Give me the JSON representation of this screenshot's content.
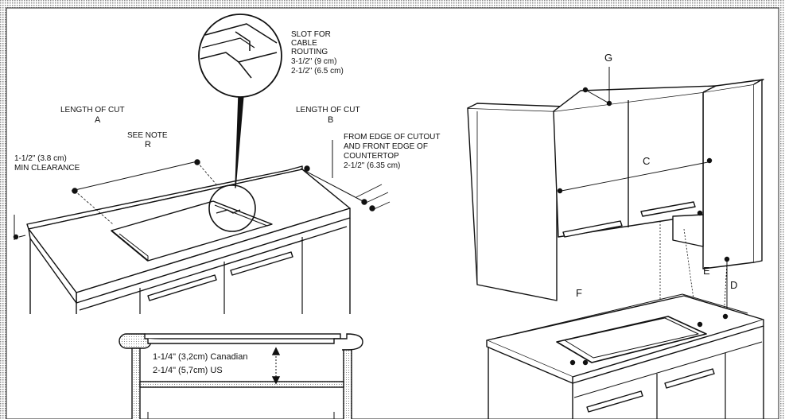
{
  "left_figure": {
    "slot": {
      "line1": "SLOT FOR",
      "line2": "CABLE",
      "line3": "ROUTING",
      "dim1": "3-1/2\" (9 cm)",
      "dim2": "2-1/2\" (6.5 cm)"
    },
    "length_a": {
      "text": "LENGTH OF CUT",
      "letter": "A"
    },
    "length_b": {
      "text": "LENGTH OF CUT",
      "letter": "B"
    },
    "note": {
      "text": "SEE NOTE",
      "letter": "R"
    },
    "clearance": {
      "line1": "1-1/2\" (3.8 cm)",
      "line2": "MIN CLEARANCE"
    },
    "from_edge": {
      "line1": "FROM EDGE OF CUTOUT",
      "line2": "AND FRONT EDGE OF",
      "line3": "COUNTERTOP",
      "line4": "2-1/2\" (6.35 cm)"
    }
  },
  "section_detail": {
    "canadian": "1-1/4\" (3,2cm) Canadian",
    "us": "2-1/4\" (5,7cm) US"
  },
  "right_figure": {
    "labels": {
      "g": "G",
      "c": "C",
      "e": "E",
      "d": "D",
      "f": "F"
    }
  },
  "colors": {
    "line": "#111111",
    "border_pattern": "#9a9a9a",
    "background": "#ffffff",
    "hatch": "#bdbdbd"
  }
}
